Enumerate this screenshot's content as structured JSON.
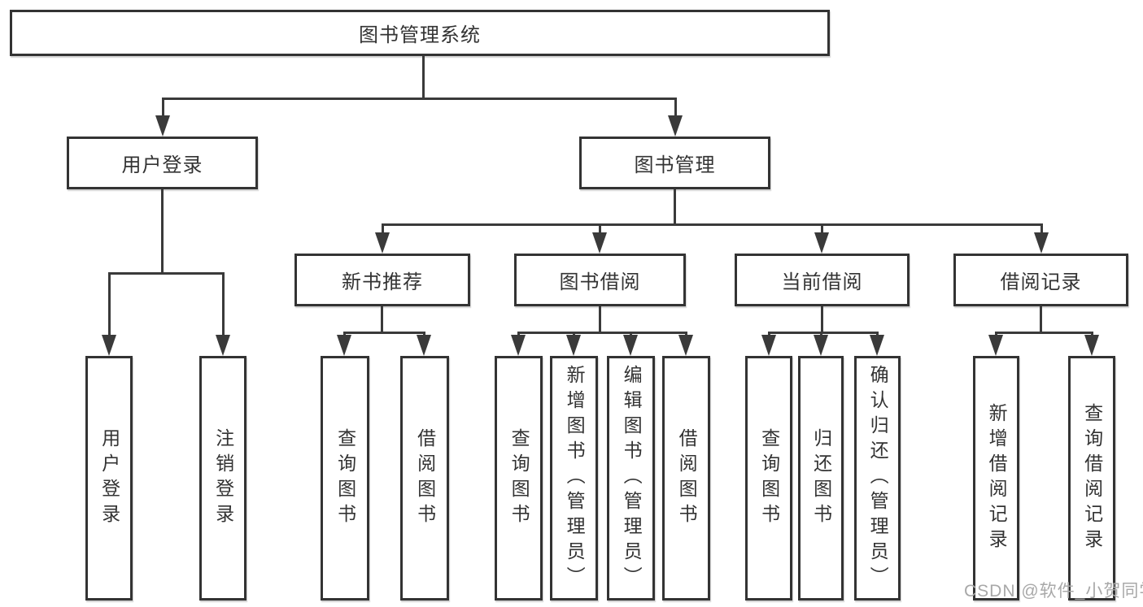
{
  "diagram": {
    "title": "图书管理系统",
    "root": "图书管理系统",
    "level2": [
      "用户登录",
      "图书管理"
    ],
    "level3": [
      "新书推荐",
      "图书借阅",
      "当前借阅",
      "借阅记录"
    ],
    "leaves": {
      "user_login": [
        "用户登录",
        "注销登录"
      ],
      "new_book_recommend": [
        "查询图书",
        "借阅图书"
      ],
      "book_borrow": [
        "查询图书",
        "新增图书（管理员）",
        "编辑图书（管理员）",
        "借阅图书"
      ],
      "current_borrow": [
        "查询图书",
        "归还图书",
        "确认归还（管理员）"
      ],
      "borrow_records": [
        "新增借阅记录",
        "查询借阅记录"
      ]
    },
    "line_color": "#3a3a3a",
    "box_border_color": "#333333",
    "background_color": "#ffffff"
  },
  "watermark": "CSDN @软件_小贺同学"
}
